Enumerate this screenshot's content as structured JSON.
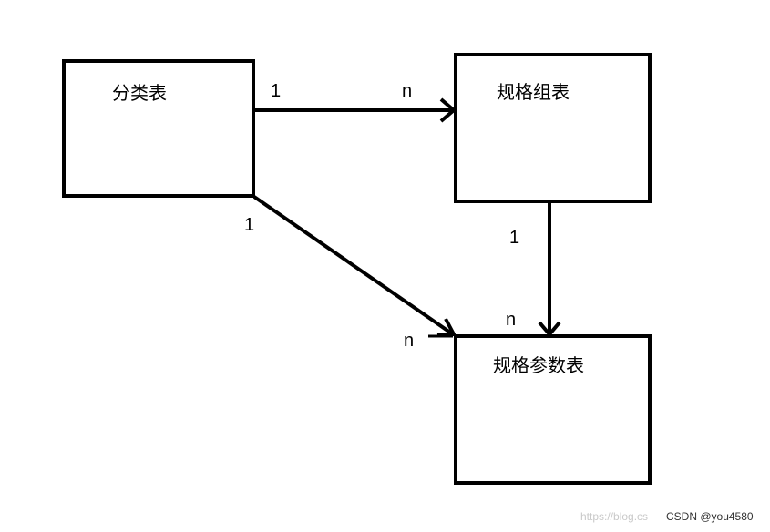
{
  "diagram": {
    "entities": {
      "category": {
        "label": "分类表"
      },
      "spec_group": {
        "label": "规格组表"
      },
      "spec_param": {
        "label": "规格参数表"
      }
    },
    "relations": [
      {
        "from": "分类表",
        "to": "规格组表",
        "from_card": "1",
        "to_card": "n"
      },
      {
        "from": "分类表",
        "to": "规格参数表",
        "from_card": "1",
        "to_card": "n"
      },
      {
        "from": "规格组表",
        "to": "规格参数表",
        "from_card": "1",
        "to_card": "n"
      }
    ]
  },
  "watermark": {
    "url_text": "https://blog.cs",
    "author_text": "CSDN @you4580"
  }
}
